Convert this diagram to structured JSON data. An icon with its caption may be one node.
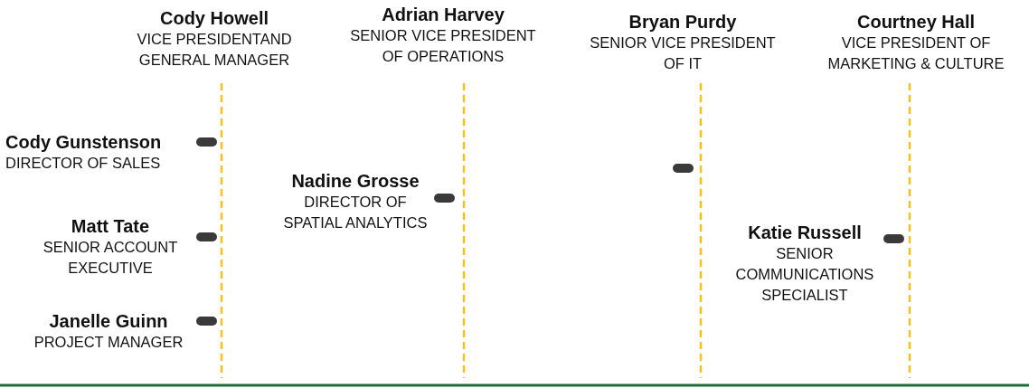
{
  "diagram": {
    "nodes": [
      {
        "text": [
          "Cody Howell",
          "VICE PRESIDENTAND GENERAL MANAGER"
        ]
      },
      {
        "text": [
          "Adrian Harvey",
          "SENIOR VICE PRESIDENT OF OPERATIONS"
        ]
      },
      {
        "text": [
          "Bryan Purdy",
          "SENIOR VICE PRESIDENT OF IT"
        ]
      },
      {
        "text": [
          "Courtney Hall",
          "VICE PRESIDENT OF MARKETING & CULTURE"
        ]
      },
      {
        "text": [
          "Cody Gunstenson",
          "DIRECTOR OF SALES"
        ]
      },
      {
        "text": [
          "Nadine Grosse",
          "DIRECTOR OF SPATIAL ANALYTICS"
        ]
      },
      {
        "text": [
          "Matt Tate",
          "SENIOR ACCOUNT EXECUTIVE"
        ]
      },
      {
        "text": [
          "Katie Russell",
          "SENIOR COMMUNICATIONS SPECIALIST"
        ]
      },
      {
        "text": [
          "Janelle Guinn",
          "PROJECT MANAGER"
        ]
      }
    ]
  }
}
